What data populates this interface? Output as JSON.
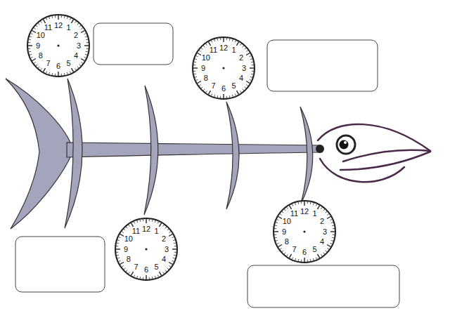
{
  "diagram": {
    "nodes": [
      {
        "text": [
          "12",
          "1",
          "2",
          "3",
          "4",
          "5",
          "6",
          "7",
          "8",
          "9",
          "10",
          "11"
        ]
      },
      {
        "text": [
          "12",
          "1",
          "2",
          "3",
          "4",
          "5",
          "6",
          "7",
          "8",
          "9",
          "10",
          "11"
        ]
      },
      {
        "text": [
          "12",
          "1",
          "2",
          "3",
          "4",
          "5",
          "6",
          "7",
          "8",
          "9",
          "10",
          "11"
        ]
      },
      {
        "text": [
          "12",
          "1",
          "2",
          "3",
          "4",
          "5",
          "6",
          "7",
          "8",
          "9",
          "10",
          "11"
        ]
      }
    ]
  }
}
